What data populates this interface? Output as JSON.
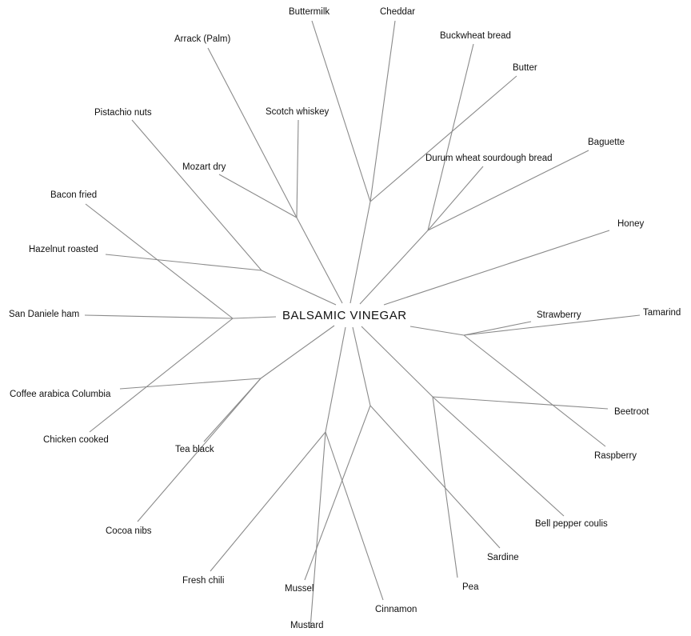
{
  "center": "BALSAMIC VINEGAR",
  "labels": {
    "buttermilk": "Buttermilk",
    "cheddar": "Cheddar",
    "buckwheat_bread": "Buckwheat bread",
    "butter": "Butter",
    "arrack": "Arrack (Palm)",
    "scotch": "Scotch whiskey",
    "pistachio": "Pistachio nuts",
    "mozart": "Mozart dry",
    "durum": "Durum wheat sourdough bread",
    "baguette": "Baguette",
    "bacon": "Bacon fried",
    "honey": "Honey",
    "hazelnut": "Hazelnut roasted",
    "san_daniele": "San Daniele ham",
    "strawberry": "Strawberry",
    "tamarind": "Tamarind",
    "coffee": "Coffee arabica Columbia",
    "beetroot": "Beetroot",
    "chicken": "Chicken cooked",
    "tea": "Tea black",
    "raspberry": "Raspberry",
    "bell_pepper": "Bell pepper coulis",
    "cocoa": "Cocoa nibs",
    "sardine": "Sardine",
    "fresh_chili": "Fresh chili",
    "mussel": "Mussel",
    "pea": "Pea",
    "cinnamon": "Cinnamon",
    "mustard": "Mustard"
  }
}
